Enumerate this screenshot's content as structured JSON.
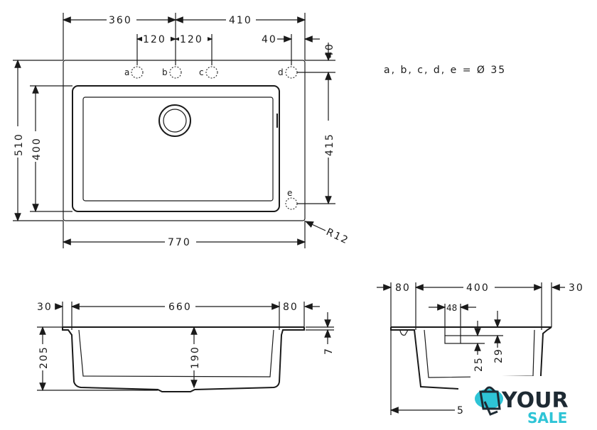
{
  "note": "a, b, c, d, e = Ø 35",
  "top_view": {
    "dims": {
      "w360": "360",
      "w410": "410",
      "w120a": "120",
      "w120b": "120",
      "w40h": "40",
      "w40v": "40",
      "h415": "415",
      "h510": "510",
      "h400": "400",
      "w770": "770",
      "r12": "R12"
    },
    "holes": {
      "a": "a",
      "b": "b",
      "c": "c",
      "d": "d",
      "e": "e"
    }
  },
  "front_view": {
    "dims": {
      "w30": "30",
      "w660": "660",
      "w80": "80",
      "h205": "205",
      "h190": "190",
      "h7": "7"
    }
  },
  "side_view": {
    "dims": {
      "w80": "80",
      "w400": "400",
      "w30": "30",
      "w48": "48",
      "h25": "25",
      "h29": "29",
      "bottom": "5"
    }
  },
  "logo": {
    "line1": "YOUR",
    "line2": "SALE",
    "colors": {
      "dark": "#1e2a33",
      "accent": "#2ec4d6"
    }
  }
}
